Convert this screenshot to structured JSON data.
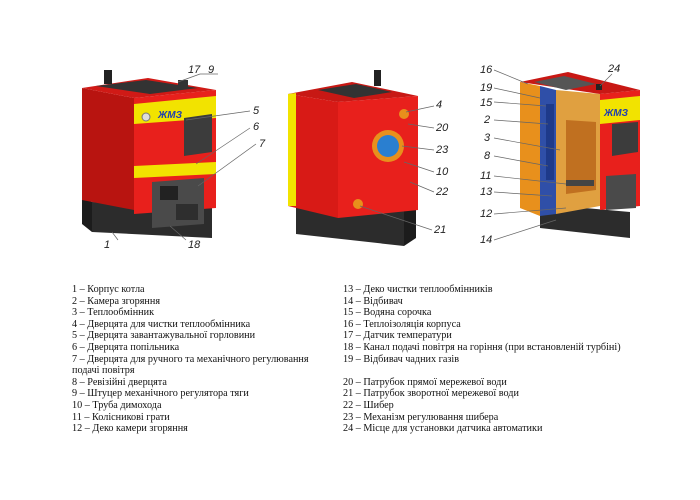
{
  "brand_label": "ЖМЗ",
  "callouts": {
    "view1": [
      "17",
      "9",
      "5",
      "6",
      "7",
      "1",
      "18"
    ],
    "view2": [
      "4",
      "20",
      "23",
      "10",
      "22",
      "21"
    ],
    "view3": [
      "16",
      "19",
      "15",
      "2",
      "3",
      "8",
      "11",
      "13",
      "12",
      "14",
      "24"
    ]
  },
  "legend_left": [
    "1 – Корпус котла",
    "2 – Камера згоряння",
    "3 – Теплообмінник",
    "4 – Дверцята для чистки теплообмінника",
    "5 – Дверцята завантажувальної горловини",
    "6 – Дверцята попільника",
    "7 – Дверцята для ручного та механічного регулювання подачі повітря",
    "8 – Ревізійні дверцята",
    "9 – Штуцер механічного регулятора тяги",
    "10 – Труба димохода",
    "11 – Колісникові грати",
    "12 – Деко камери згоряння"
  ],
  "legend_right": [
    "13 – Деко чистки теплообмінників",
    "14 – Відбивач",
    "15 – Водяна сорочка",
    "16 – Теплоізоляція корпуса",
    "17 – Датчик температури",
    "18 – Канал подачі повітря на горіння (при встановленій турбіні)",
    "19 – Відбивач чадних газів",
    "",
    "20 – Патрубок прямої мережевої води",
    "21 – Патрубок зворотної мережевої води",
    "22 – Шибер",
    "23 – Механізм регулювання шибера",
    "24 – Місце для установки датчика автоматики"
  ],
  "colors": {
    "body_red": "#e8201c",
    "body_red_dark": "#b81410",
    "band_yellow": "#f2e300",
    "door_dark": "#4a4a4a",
    "base_dark": "#2c2c2c",
    "insulation_orange": "#e8901c",
    "water_jacket_blue": "#2f4fa8",
    "pipe_blue": "#2a7fd0"
  }
}
